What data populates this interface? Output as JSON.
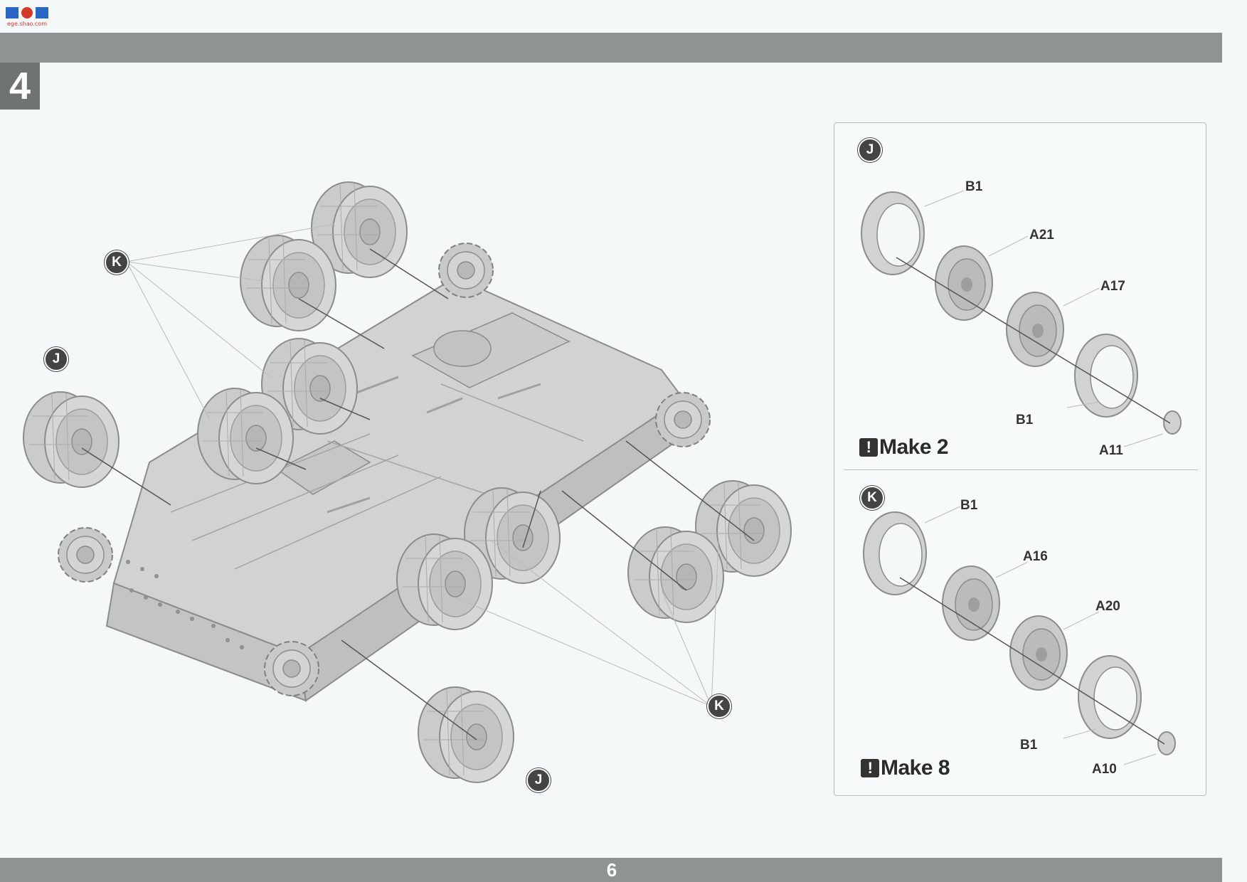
{
  "watermark": {
    "text": "ege.shao.com",
    "icon": "site-logo-icon"
  },
  "step": {
    "number": "4"
  },
  "page": {
    "number": "6"
  },
  "callouts": {
    "k_top": "K",
    "j_left": "J",
    "j_bottom": "J",
    "k_bottom": "K"
  },
  "subassembly_j": {
    "label": "J",
    "parts": {
      "b1_top": "B1",
      "a21": "A21",
      "a17": "A17",
      "b1_bottom": "B1",
      "a11": "A11"
    },
    "make_text": "Make 2",
    "make_icon": "!"
  },
  "subassembly_k": {
    "label": "K",
    "parts": {
      "b1_top": "B1",
      "a16": "A16",
      "a20": "A20",
      "b1_bottom": "B1",
      "a10": "A10"
    },
    "make_text": "Make 8",
    "make_icon": "!"
  }
}
